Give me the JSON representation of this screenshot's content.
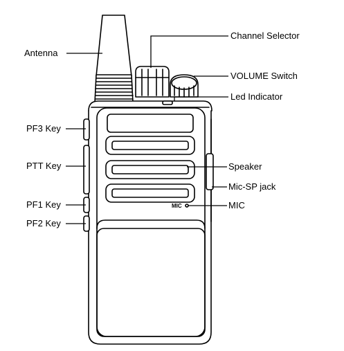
{
  "labels": {
    "antenna": "Antenna",
    "channel_selector": "Channel Selector",
    "volume_switch": "VOLUME Switch",
    "led_indicator": "Led Indicator",
    "pf3_key": "PF3 Key",
    "ptt_key": "PTT Key",
    "pf1_key": "PF1 Key",
    "pf2_key": "PF2 Key",
    "speaker": "Speaker",
    "mic_sp_jack": "Mic-SP jack",
    "mic": "MIC"
  },
  "device_marking": {
    "mic": "MIC"
  },
  "colors": {
    "line": "#000000",
    "background": "#ffffff"
  }
}
